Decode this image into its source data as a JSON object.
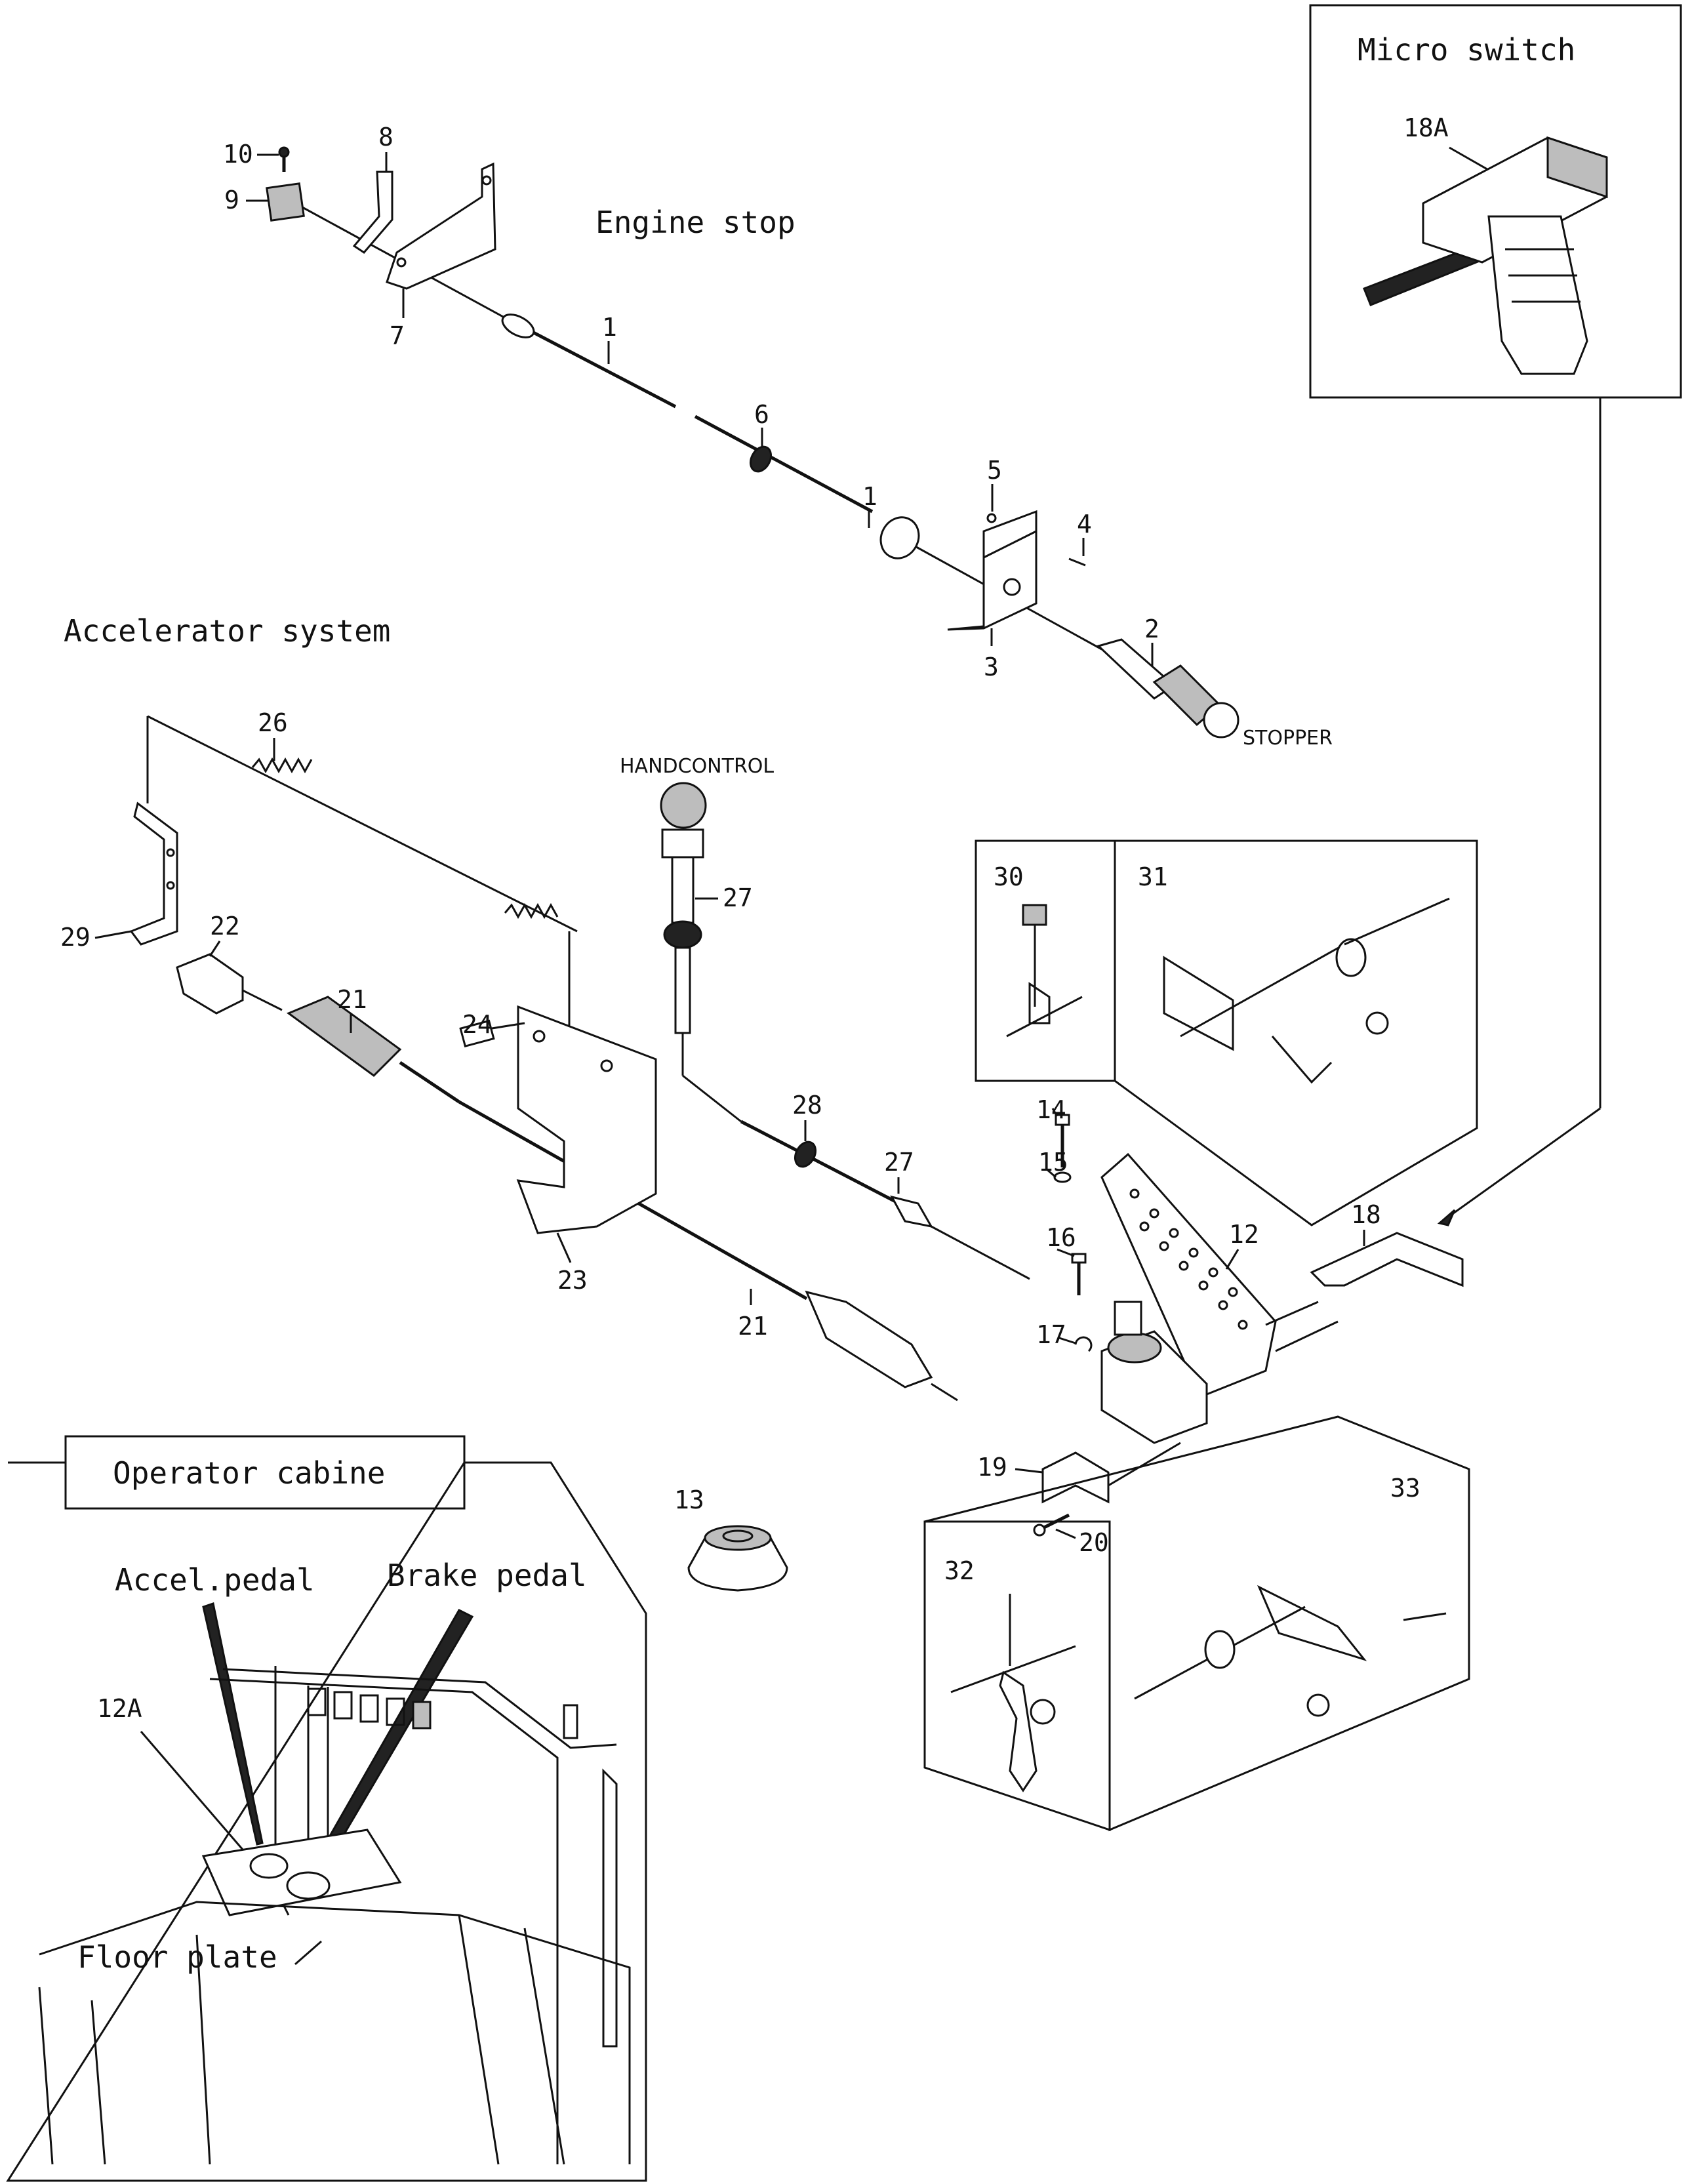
{
  "titles": {
    "engine_stop": "Engine stop",
    "accelerator_system": "Accelerator system",
    "micro_switch": "Micro switch",
    "operator_cabine": "Operator cabine",
    "accel_pedal": "Accel.pedal",
    "brake_pedal": "Brake pedal",
    "floor_plate": "Floor plate",
    "handcontrol": "HANDCONTROL",
    "stopper": "STOPPER"
  },
  "callouts": {
    "c1a": "1",
    "c1b": "1",
    "c2": "2",
    "c3": "3",
    "c4": "4",
    "c5": "5",
    "c6": "6",
    "c7": "7",
    "c8": "8",
    "c9": "9",
    "c10": "10",
    "c12": "12",
    "c12a": "12A",
    "c13": "13",
    "c14": "14",
    "c15": "15",
    "c16": "16",
    "c17": "17",
    "c18": "18",
    "c18a": "18A",
    "c19": "19",
    "c20": "20",
    "c21a": "21",
    "c21b": "21",
    "c22": "22",
    "c23": "23",
    "c24": "24",
    "c26": "26",
    "c27a": "27",
    "c27b": "27",
    "c28": "28",
    "c29": "29",
    "c30": "30",
    "c31": "31",
    "c32": "32",
    "c33": "33"
  },
  "colors": {
    "ink": "#111111",
    "paper": "#ffffff",
    "shade": "#bdbdbd"
  }
}
